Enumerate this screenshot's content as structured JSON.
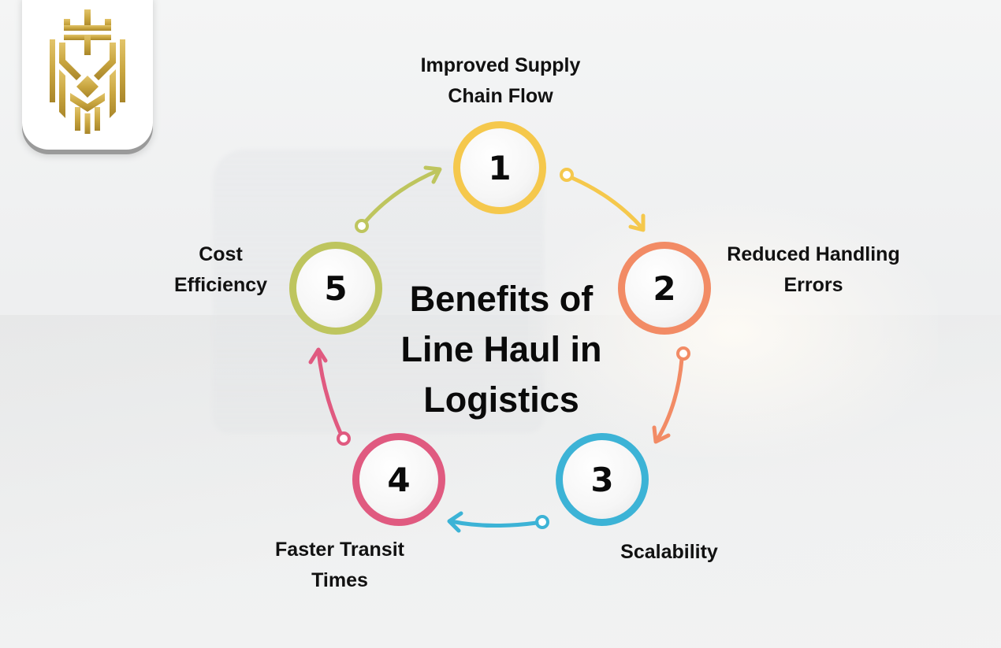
{
  "logo": {
    "icon": "crown-shield-logo-icon",
    "color": "#c9a640"
  },
  "title": {
    "lines": [
      "Benefits of",
      "Line Haul in",
      "Logistics"
    ]
  },
  "steps": [
    {
      "number": "1",
      "label_lines": [
        "Improved Supply",
        "Chain Flow"
      ],
      "color": "#f5c84c"
    },
    {
      "number": "2",
      "label_lines": [
        "Reduced Handling",
        "Errors"
      ],
      "color": "#f28b65"
    },
    {
      "number": "3",
      "label_lines": [
        "Scalability"
      ],
      "color": "#3cb3d6"
    },
    {
      "number": "4",
      "label_lines": [
        "Faster Transit",
        "Times"
      ],
      "color": "#e05a80"
    },
    {
      "number": "5",
      "label_lines": [
        "Cost",
        "Efficiency"
      ],
      "color": "#bec55e"
    }
  ],
  "arrows": [
    {
      "from": "1",
      "to": "2",
      "color": "#f5c84c"
    },
    {
      "from": "2",
      "to": "3",
      "color": "#f28b65"
    },
    {
      "from": "3",
      "to": "4",
      "color": "#3cb3d6"
    },
    {
      "from": "4",
      "to": "5",
      "color": "#e05a80"
    },
    {
      "from": "5",
      "to": "1",
      "color": "#bec55e"
    }
  ]
}
